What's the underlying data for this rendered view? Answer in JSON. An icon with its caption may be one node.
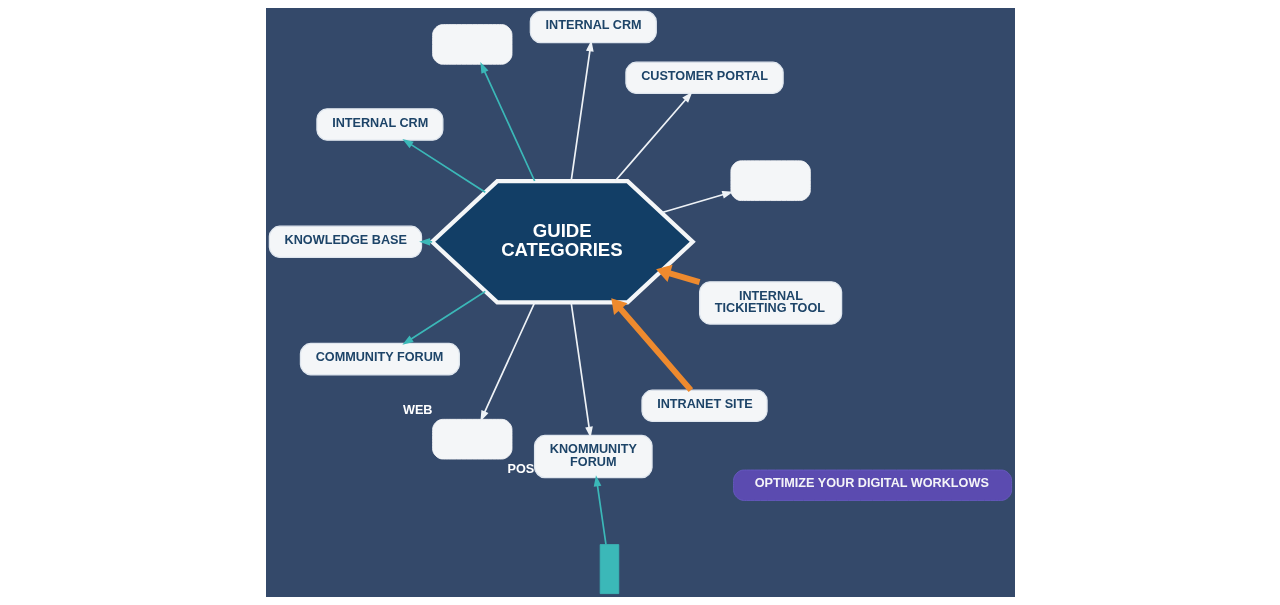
{
  "diagram": {
    "nodes": [
      {
        "text": [],
        "shape": "box"
      },
      {
        "text": [
          "CUSTOMER PORTAL"
        ]
      },
      {
        "text": [
          "INTERNAL CRM"
        ]
      },
      {
        "text": [],
        "shape": "box"
      },
      {
        "text": [
          "INTERNAL CRM"
        ]
      },
      {
        "text": [
          "INTRANET SITE"
        ]
      },
      {
        "text": [
          "GUIDE CATEGORIES"
        ]
      },
      {
        "text": [
          "INTERNAL TICKIETING TOOL"
        ]
      },
      {
        "text": [
          "KNOWLEDGE BASE"
        ]
      },
      {
        "text": [
          "COMMUNITY FORUM"
        ]
      },
      {
        "text": [],
        "shape": "box",
        "beside": [
          "WEB"
        ]
      },
      {
        "text": [
          "KNOMMUNITY FORUM"
        ],
        "beside": [
          "POS"
        ]
      },
      {
        "text": [],
        "shape": "bar"
      },
      {
        "text": [
          "OPTIMIZE YOUR DIGITAL WORKLOWS"
        ]
      }
    ],
    "edges": [
      {
        "from": 6,
        "to": 0,
        "arrow": "to"
      },
      {
        "from": 6,
        "to": 1,
        "arrow": "to"
      },
      {
        "from": 6,
        "to": 2,
        "arrow": "to"
      },
      {
        "from": 6,
        "to": 3,
        "arrow": "to",
        "color": "#3bb8b8"
      },
      {
        "from": 6,
        "to": 4,
        "arrow": "to",
        "color": "#3bb8b8"
      },
      {
        "from": 5,
        "to": 6,
        "arrow": "to",
        "style": "thick",
        "color": "#ee8a2e"
      },
      {
        "from": 7,
        "to": 6,
        "arrow": "to",
        "style": "thick",
        "color": "#ee8a2e"
      },
      {
        "from": 6,
        "to": 8,
        "arrow": "to",
        "color": "#3bb8b8"
      },
      {
        "from": 6,
        "to": 9,
        "arrow": "to",
        "color": "#3bb8b8"
      },
      {
        "from": 6,
        "to": 10,
        "arrow": "to"
      },
      {
        "from": 6,
        "to": 11,
        "arrow": "to"
      },
      {
        "from": 12,
        "to": 11,
        "arrow": "to",
        "color": "#3bb8b8"
      }
    ]
  }
}
